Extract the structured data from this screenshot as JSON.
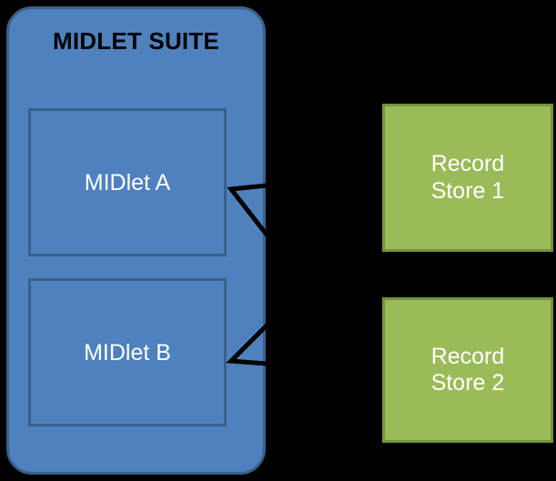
{
  "diagram": {
    "background_color": "#000000",
    "suite": {
      "title": "MIDLET SUITE",
      "fill_color": "#4E81BD",
      "border_color": "#3A5F8A",
      "midlets": [
        {
          "label": "MIDlet A"
        },
        {
          "label": "MIDlet B"
        }
      ]
    },
    "record_stores": [
      {
        "line1": "Record",
        "line2": "Store 1",
        "fill_color": "#9BBB59",
        "border_color": "#76923C"
      },
      {
        "line1": "Record",
        "line2": "Store 2",
        "fill_color": "#9BBB59",
        "border_color": "#76923C"
      }
    ],
    "connectors": {
      "color": "#000000",
      "style": "open-arrowhead",
      "items": [
        {
          "from": "Record Store 1",
          "to": "MIDlet A"
        },
        {
          "from": "Record Store 2",
          "to": "MIDlet B"
        }
      ]
    }
  }
}
